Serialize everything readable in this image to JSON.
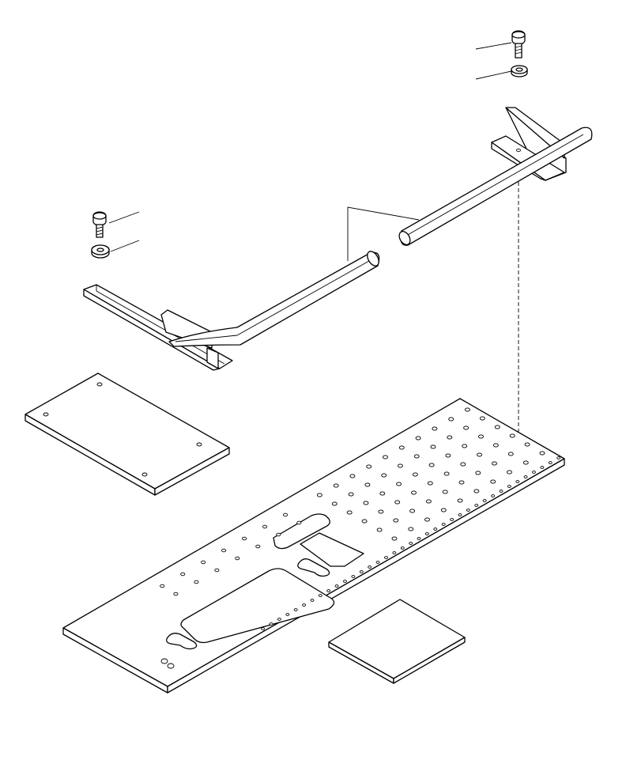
{
  "diagram": {
    "line_color": "#000000",
    "background": "#ffffff",
    "parts": [
      {
        "id": "bolt-upper-right",
        "icon": "bolt-icon"
      },
      {
        "id": "washer-upper-right",
        "icon": "washer-icon"
      },
      {
        "id": "bolt-left",
        "icon": "bolt-icon"
      },
      {
        "id": "washer-left",
        "icon": "washer-icon"
      },
      {
        "id": "handrail-bracket-right",
        "icon": "bracket-icon"
      },
      {
        "id": "handrail-bracket-left",
        "icon": "bracket-icon"
      },
      {
        "id": "step-plate-small",
        "icon": "plate-icon"
      },
      {
        "id": "step-plate-large-perforated",
        "icon": "perforated-plate-icon"
      },
      {
        "id": "pad-square",
        "icon": "pad-icon"
      }
    ]
  }
}
